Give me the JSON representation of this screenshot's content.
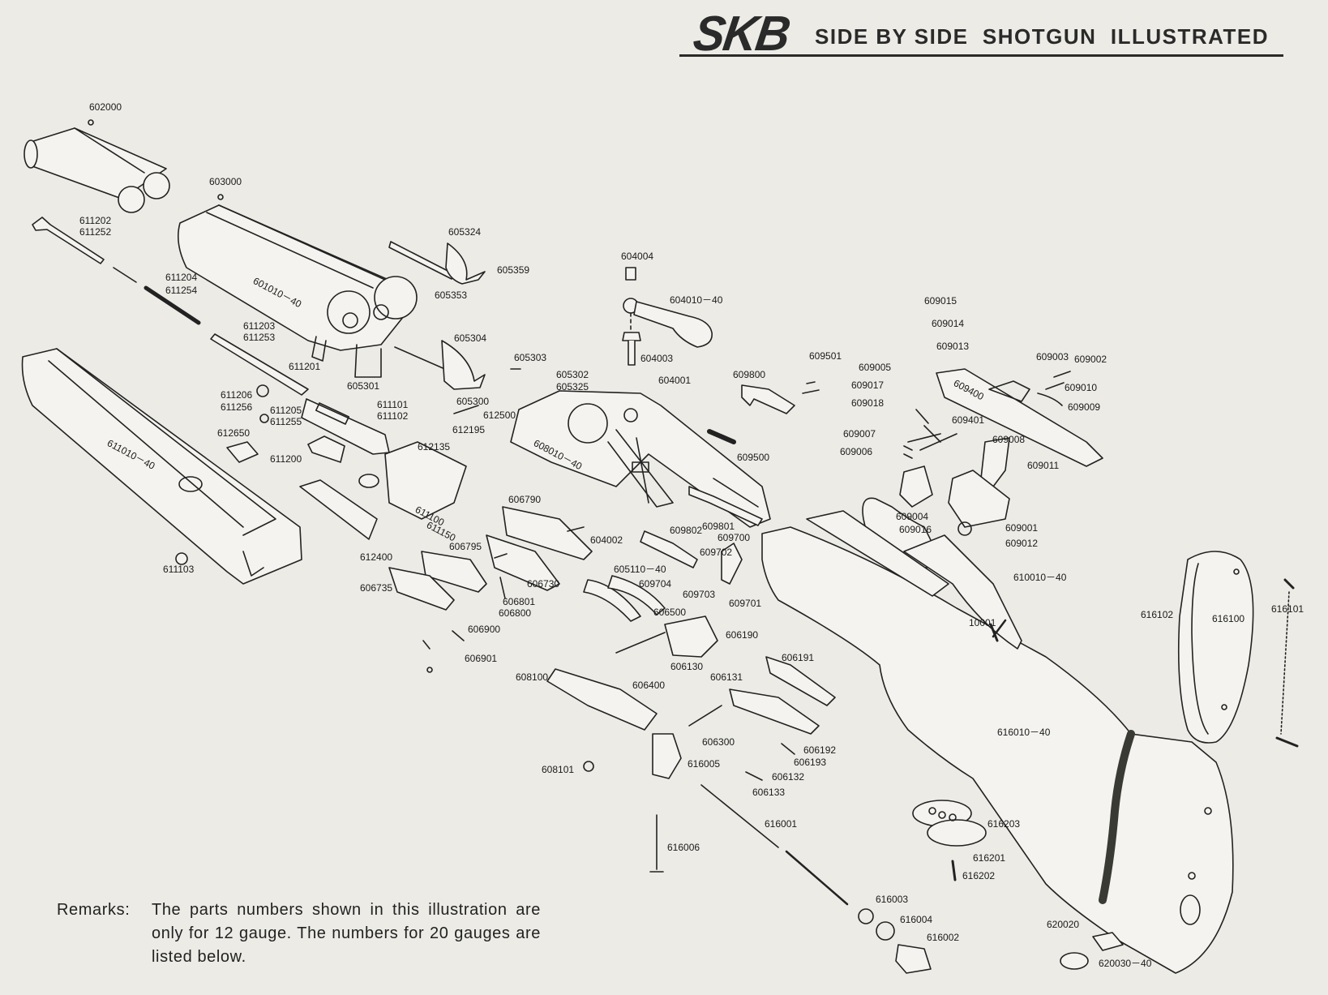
{
  "header": {
    "brand": "SKB",
    "title": "SIDE BY SIDE  SHOTGUN  ILLUSTRATED"
  },
  "parts": [
    "602000",
    "603000",
    "611202",
    "611252",
    "611204",
    "611254",
    "601010－40",
    "605324",
    "605359",
    "605353",
    "604004",
    "604010－40",
    "611203",
    "611253",
    "605304",
    "604003",
    "611201",
    "605301",
    "605303",
    "605302",
    "605325",
    "611206",
    "611256",
    "611101",
    "611102",
    "605300",
    "612500",
    "611205",
    "611255",
    "612195",
    "612650",
    "612135",
    "611200",
    "611010－40",
    "611100",
    "611150",
    "608010－40",
    "604001",
    "609800",
    "609501",
    "609500",
    "611103",
    "612400",
    "606735",
    "606795",
    "606790",
    "606730",
    "606801",
    "606800",
    "604002",
    "609802",
    "609801",
    "609700",
    "609702",
    "605110－40",
    "609704",
    "609703",
    "609701",
    "606500",
    "606190",
    "606900",
    "606901",
    "606130",
    "608100",
    "606400",
    "606131",
    "606191",
    "606300",
    "606192",
    "606193",
    "608101",
    "616005",
    "606132",
    "606133",
    "616001",
    "616006",
    "609015",
    "609014",
    "609013",
    "609005",
    "609017",
    "609018",
    "609400",
    "609401",
    "609003",
    "609002",
    "609010",
    "609009",
    "609007",
    "609006",
    "609008",
    "609011",
    "609004",
    "609016",
    "609001",
    "609012",
    "610010－40",
    "10001",
    "616102",
    "616100",
    "616101",
    "616010－40",
    "616203",
    "616201",
    "616202",
    "616003",
    "616004",
    "616002",
    "620020",
    "620030－40"
  ],
  "remarks": {
    "label": "Remarks:",
    "text": "The parts numbers shown in this illustration are only for 12 gauge. The numbers for 20 gauges are listed below."
  }
}
